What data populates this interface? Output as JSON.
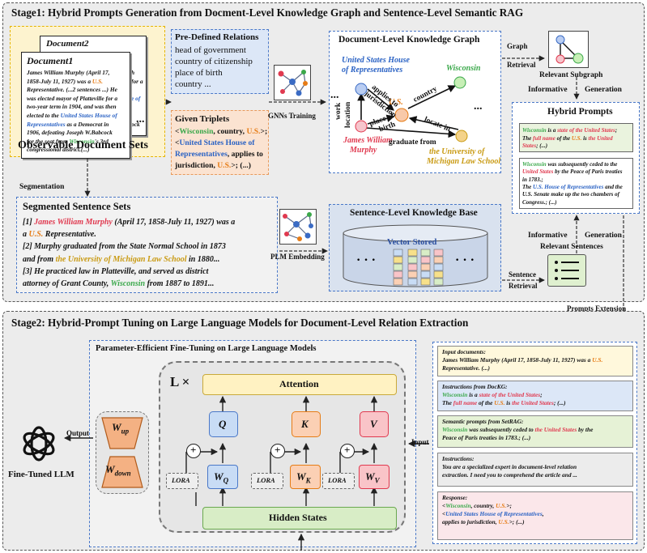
{
  "stage1": {
    "title": "Stage1: Hybrid Prompts Generation from Docment-Level Knowledge Graph and Sentence-Level Semantic RAG",
    "documents": {
      "doc2_title": "Document2",
      "doc1_title": "Document1",
      "doc1_lines": [
        {
          "parts": [
            {
              "text": "James William Murphy (April 17,",
              "c": ""
            }
          ]
        },
        {
          "parts": [
            {
              "text": "1858-July 11, 1927) was a ",
              "c": ""
            },
            {
              "text": "U.S.",
              "c": "orange"
            }
          ]
        },
        {
          "parts": [
            {
              "text": "Representative. (...2 sentences ...) He",
              "c": ""
            }
          ]
        },
        {
          "parts": [
            {
              "text": "was elected mayor of Platteville for a",
              "c": ""
            }
          ]
        },
        {
          "parts": [
            {
              "text": "two-year term in 1904, and was then",
              "c": ""
            }
          ]
        },
        {
          "parts": [
            {
              "text": "elected to the ",
              "c": ""
            },
            {
              "text": "United States House of",
              "c": "blue"
            }
          ]
        },
        {
          "parts": [
            {
              "text": "Representatives",
              "c": "blue"
            },
            {
              "text": " as a Democrat in",
              "c": ""
            }
          ]
        },
        {
          "parts": [
            {
              "text": "1906, defeating Joseph W.Babcock",
              "c": ""
            }
          ]
        },
        {
          "parts": [
            {
              "text": "for the seat from ",
              "c": ""
            },
            {
              "text": "Wisconsin",
              "c": "green"
            },
            {
              "text": "'s 3rd",
              "c": ""
            }
          ]
        },
        {
          "parts": [
            {
              "text": "congressional district.(...)",
              "c": ""
            }
          ]
        }
      ],
      "doc2_fragments": [
        "h",
        "for a",
        "",
        "e of",
        "",
        "",
        "ock",
        "",
        "",
        ""
      ],
      "ellipsis": "...",
      "label": "Observable Document Sets"
    },
    "relations": {
      "title": "Pre-Defined Relations",
      "items": [
        "head of government",
        "country of citizenship",
        "place of birth",
        "country ..."
      ]
    },
    "triplets": {
      "title": "Given Triplets",
      "lines": [
        [
          {
            "text": "<",
            "c": ""
          },
          {
            "text": "Wisconsin",
            "c": "green"
          },
          {
            "text": ", country, ",
            "c": ""
          },
          {
            "text": "U.S.",
            "c": "orange"
          },
          {
            "text": ">;",
            "c": ""
          }
        ],
        [
          {
            "text": "<",
            "c": ""
          },
          {
            "text": "United States House of",
            "c": "blue"
          }
        ],
        [
          {
            "text": "Representatives",
            "c": "blue"
          },
          {
            "text": ", applies to",
            "c": ""
          }
        ],
        [
          {
            "text": "jurisdiction, ",
            "c": ""
          },
          {
            "text": "U.S.",
            "c": "orange"
          },
          {
            "text": ">; (...)",
            "c": ""
          }
        ]
      ]
    },
    "gnn_label": "GNNs Training",
    "kg": {
      "title": "Document-Level Knowledge Graph",
      "nodes": {
        "house": "United States House of Representatives",
        "house_l1": "United States House",
        "house_l2": "of Representatives",
        "wisconsin": "Wisconsin",
        "us": "U.S.",
        "murphy_l1": "James William",
        "murphy_l2": "Murphy",
        "mich_l1": "the University of",
        "mich_l2": "Michigan Law School"
      },
      "edges": {
        "applies_l1": "applies to",
        "applies_l2": "jurisdiction",
        "country": "country",
        "work_l1": "work",
        "work_l2": "location",
        "pob_l1": "place of",
        "pob_l2": "birth",
        "locate": "locate in",
        "graduate": "graduate from"
      },
      "dots_left": "...",
      "dots_right": "..."
    },
    "graph_retrieval": [
      "Graph",
      "Retrieval"
    ],
    "relevant_subgraph": "Relevant Subgraph",
    "informative": "Informative",
    "generation": "Generation",
    "hybrid": {
      "title": "Hybrid Prompts",
      "p1": [
        [
          {
            "text": "Wisconsin",
            "c": "green"
          },
          {
            "text": " is a ",
            "c": ""
          },
          {
            "text": "state of",
            "c": "red"
          },
          {
            "text": " ",
            "c": ""
          },
          {
            "text": "the United States",
            "c": "red"
          },
          {
            "text": ";",
            "c": ""
          }
        ],
        [
          {
            "text": "The ",
            "c": ""
          },
          {
            "text": "full name",
            "c": "red"
          },
          {
            "text": " of the ",
            "c": ""
          },
          {
            "text": "U.S.",
            "c": "orange"
          },
          {
            "text": " is ",
            "c": ""
          },
          {
            "text": "the United",
            "c": "red"
          }
        ],
        [
          {
            "text": "States",
            "c": "red"
          },
          {
            "text": "; (...)",
            "c": ""
          }
        ]
      ],
      "p2": [
        [
          {
            "text": "Wisconsin",
            "c": "green"
          },
          {
            "text": " was subsequently ceded to the",
            "c": ""
          }
        ],
        [
          {
            "text": "United States",
            "c": "red"
          },
          {
            "text": " by the Peace of Paris treaties",
            "c": ""
          }
        ],
        [
          {
            "text": "in 1783.;",
            "c": ""
          }
        ],
        [
          {
            "text": "The ",
            "c": ""
          },
          {
            "text": "U.S. House of Representatives",
            "c": "blue"
          },
          {
            "text": " and the",
            "c": ""
          }
        ],
        [
          {
            "text": "U.S. Senate make up the two chambers of",
            "c": ""
          }
        ],
        [
          {
            "text": "Congress.; (...)",
            "c": ""
          }
        ]
      ]
    },
    "segmentation": "Segmentation",
    "segmented": {
      "title": "Segmented Sentence Sets",
      "lines": [
        [
          {
            "text": "[1] ",
            "c": ""
          },
          {
            "text": "James William Murphy",
            "c": "red"
          },
          {
            "text": " (April 17, 1858-July 11, 1927) was a",
            "c": ""
          }
        ],
        [
          {
            "text": "a ",
            "c": ""
          },
          {
            "text": "U.S.",
            "c": "orange"
          },
          {
            "text": " Representative.",
            "c": ""
          }
        ],
        [
          {
            "text": "[2] Murphy graduated from the State Normal School  in 1873",
            "c": ""
          }
        ],
        [
          {
            "text": "and from ",
            "c": ""
          },
          {
            "text": "the University of Michigan Law School",
            "c": "gold"
          },
          {
            "text": " in 1880...",
            "c": ""
          }
        ],
        [
          {
            "text": "[3] He practiced law in Platteville, and served as district",
            "c": ""
          }
        ],
        [
          {
            "text": "attorney of Grant County, ",
            "c": ""
          },
          {
            "text": "Wisconsin",
            "c": "green"
          },
          {
            "text": " from 1887 to 1891...",
            "c": ""
          }
        ]
      ]
    },
    "plm_label": "PLM Embedding",
    "kb": {
      "title": "Sentence-Level Knowledge Base",
      "vector": "Vector Stored"
    },
    "informative2": "Informative",
    "generation2": "Generation",
    "relevant_sentences": "Relevant Sentences",
    "sentence_retrieval": [
      "Sentence",
      "Retrieval"
    ],
    "prompts_extension": "Prompts Extension"
  },
  "stage2": {
    "title": "Stage2: Hybrid-Prompt Tuning on Large Language Models for Document-Level Relation Extraction",
    "peft_title": "Parameter-Efficient Fine-Tuning on Large Language Models",
    "lx": "L ×",
    "attention": "Attention",
    "q": "Q",
    "k": "K",
    "v": "V",
    "wq": "W",
    "wq_sub": "Q",
    "wk": "W",
    "wk_sub": "K",
    "wv": "W",
    "wv_sub": "V",
    "lora": "LORA",
    "plus": "+",
    "hidden": "Hidden States",
    "wup": "W",
    "wup_sub": "up",
    "wdown": "W",
    "wdown_sub": "down",
    "output": "Output",
    "input": "Input",
    "llm": "Fine-Tuned LLM",
    "right_boxes": {
      "b1_head": "Input documents:",
      "b1_lines": [
        [
          {
            "text": "James William Murphy (April 17, 1858-July 11, 1927) was a ",
            "c": ""
          },
          {
            "text": "U.S.",
            "c": "orange"
          }
        ],
        [
          {
            "text": "Representative. (...)",
            "c": ""
          }
        ]
      ],
      "b2_head": "Instructions from DocKG:",
      "b2_lines": [
        [
          {
            "text": "Wisconsin",
            "c": "green"
          },
          {
            "text": " is a ",
            "c": ""
          },
          {
            "text": "state of",
            "c": "red"
          },
          {
            "text": " ",
            "c": ""
          },
          {
            "text": "the United States",
            "c": "red"
          },
          {
            "text": ";",
            "c": ""
          }
        ],
        [
          {
            "text": "The ",
            "c": ""
          },
          {
            "text": "full name",
            "c": "red"
          },
          {
            "text": " of the ",
            "c": ""
          },
          {
            "text": "U.S.",
            "c": "orange"
          },
          {
            "text": " is ",
            "c": ""
          },
          {
            "text": "the United States",
            "c": "red"
          },
          {
            "text": "; (...)",
            "c": ""
          }
        ]
      ],
      "b3_head": "Semantic prompts from SetRAG:",
      "b3_lines": [
        [
          {
            "text": "Wisconsin",
            "c": "green"
          },
          {
            "text": " was subsequently ceded to ",
            "c": ""
          },
          {
            "text": "the United States",
            "c": "red"
          },
          {
            "text": " by the",
            "c": ""
          }
        ],
        [
          {
            "text": "Peace of Paris treaties in 1783.; (...)",
            "c": ""
          }
        ]
      ],
      "b4_head": "Instructions:",
      "b4_lines": [
        [
          {
            "text": "You are a specialized expert in document-level relation",
            "c": ""
          }
        ],
        [
          {
            "text": "extraction. I need you to comprehend the article and ...",
            "c": ""
          }
        ]
      ],
      "b5_head": "Response:",
      "b5_lines": [
        [
          {
            "text": "<",
            "c": ""
          },
          {
            "text": "Wisconsin",
            "c": "green"
          },
          {
            "text": ", country, ",
            "c": ""
          },
          {
            "text": "U.S.",
            "c": "orange"
          },
          {
            "text": ">;",
            "c": ""
          }
        ],
        [
          {
            "text": "<",
            "c": ""
          },
          {
            "text": "United States House of Representatives",
            "c": "blue"
          },
          {
            "text": ",",
            "c": ""
          }
        ],
        [
          {
            "text": "applies to jurisdiction, ",
            "c": ""
          },
          {
            "text": "U.S.",
            "c": "orange"
          },
          {
            "text": ">; (...)",
            "c": ""
          }
        ]
      ]
    }
  },
  "colors": {
    "red": "#e0394f",
    "orange": "#e67c16",
    "blue": "#2a62c4",
    "green": "#3aa84a",
    "gold": "#c99a12",
    "doc_bg": "#fdf3cf",
    "rel_bg": "#dce7f7",
    "trip_bg": "#fbe3d1",
    "seg_bg": "#f2f2f2",
    "kb_bg": "#d9e2ef",
    "attn": "#fff2c2",
    "q": "#c8dcf5",
    "k": "#fbd0b4",
    "v": "#f9c4c8",
    "hidden": "#d8edc6"
  }
}
